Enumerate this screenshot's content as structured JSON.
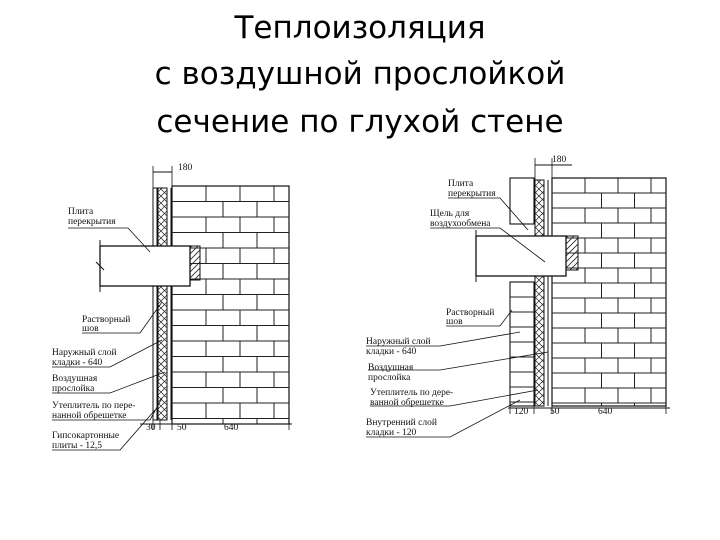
{
  "title_lines": [
    "Теплоизоляция",
    "с воздушной прослойкой",
    "сечение по глухой стене"
  ],
  "left_diagram": {
    "dim_top": "180",
    "labels": [
      [
        "Плита",
        "перекрытия"
      ],
      [
        "Растворный",
        "шов"
      ],
      [
        "Наружный слой",
        "кладки - 640"
      ],
      [
        "Воздушная",
        "прослойка"
      ],
      [
        "Утеплитель по пере-",
        "нанной обрешетке"
      ],
      [
        "Гипсокартонные",
        "плиты - 12,5"
      ]
    ],
    "dims_bottom": [
      "30",
      "50",
      "640"
    ]
  },
  "right_diagram": {
    "dim_top": "180",
    "labels": [
      [
        "Плита",
        "перекрытия"
      ],
      [
        "Щель для",
        "воздухообмена"
      ],
      [
        "Растворный",
        "шов"
      ],
      [
        "Наружный слой",
        "кладки - 640"
      ],
      [
        "Воздушная",
        "прослойка"
      ],
      [
        "Утеплитель по дере-",
        "ванной обрешетке"
      ],
      [
        "Внутренний слой",
        "кладки - 120"
      ]
    ],
    "dims_bottom": [
      "120",
      "50",
      "640"
    ]
  }
}
